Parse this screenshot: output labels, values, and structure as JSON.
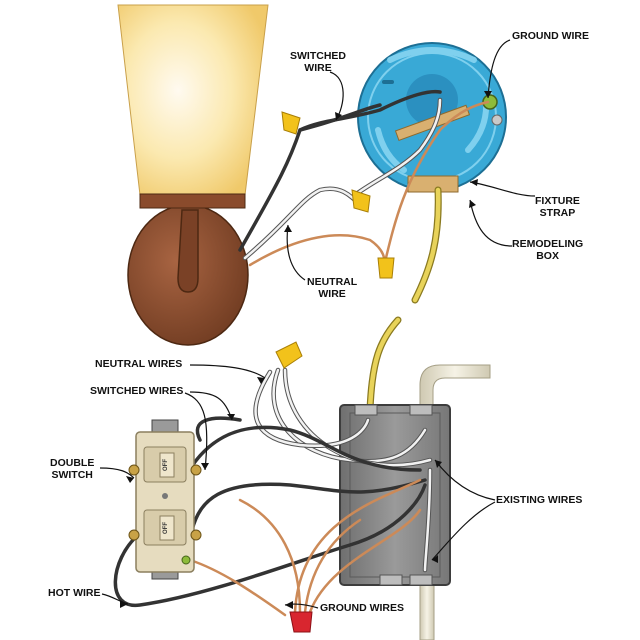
{
  "labels": {
    "ground_wire": "GROUND WIRE",
    "switched_wire": [
      "SWITCHED",
      "WIRE"
    ],
    "fixture_strap": [
      "FIXTURE",
      "STRAP"
    ],
    "remodeling_box": [
      "REMODELING",
      "BOX"
    ],
    "neutral_wire": [
      "NEUTRAL",
      "WIRE"
    ],
    "neutral_wires": "NEUTRAL WIRES",
    "switched_wires": "SWITCHED WIRES",
    "double_switch": [
      "DOUBLE",
      "SWITCH"
    ],
    "existing_wires": "EXISTING WIRES",
    "hot_wire": "HOT WIRE",
    "ground_wires": "GROUND WIRES"
  },
  "switch_text": {
    "top": "OFF",
    "bottom": "OFF"
  },
  "colors": {
    "shade": "#f7dc8a",
    "fixture_bronze": "#8a4b2c",
    "round_box": "#39a9d6",
    "strap": "#d9b070",
    "metal_box": "#8c8c8c",
    "wire_black": "#333333",
    "wire_white": "#f2f2f2",
    "wire_copper": "#cc8a58",
    "nut_yellow": "#f2c21b",
    "nut_red": "#d8262f",
    "switch_body": "#e6dcbf",
    "conduit": "#e7e2cf"
  }
}
